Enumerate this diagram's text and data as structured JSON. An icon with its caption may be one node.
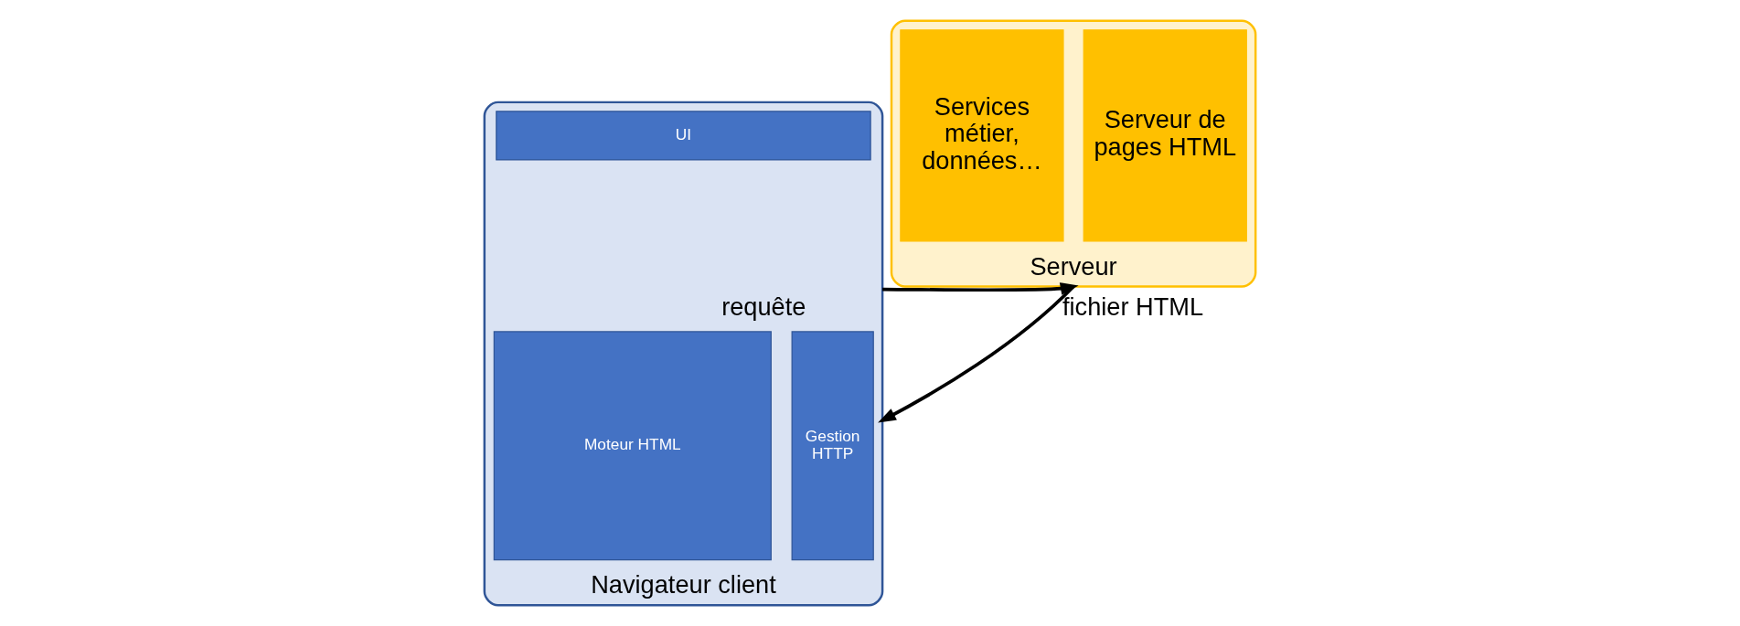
{
  "diagram": {
    "nodes": [
      {
        "text": [
          "Navigateur client"
        ]
      },
      {
        "text": [
          "UI"
        ],
        "in": 0
      },
      {
        "text": [
          "Moteur HTML"
        ],
        "in": 0
      },
      {
        "text": [
          "Gestion HTTP"
        ],
        "in": 0
      },
      {
        "text": [
          "Serveur"
        ]
      },
      {
        "text": [
          "Serveur de pages HTML"
        ],
        "in": 4
      },
      {
        "text": [
          "Services métier, données…"
        ],
        "in": 4
      }
    ],
    "edges": [
      {
        "from": 0,
        "to": 4,
        "arrow": "to",
        "label": "requête"
      },
      {
        "from": 4,
        "to": 0,
        "arrow": "to",
        "label": "fichier HTML"
      }
    ]
  }
}
